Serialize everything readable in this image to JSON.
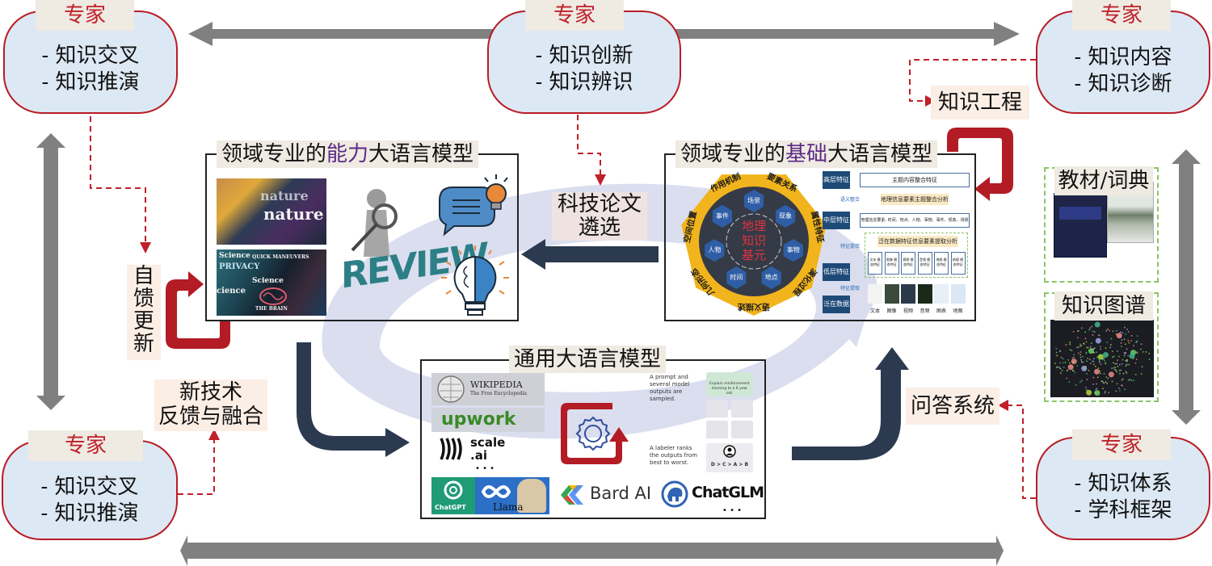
{
  "experts": {
    "top_left": {
      "tag": "专家",
      "items": [
        "- 知识交叉",
        "- 知识推演"
      ]
    },
    "top_center": {
      "tag": "专家",
      "items": [
        "- 知识创新",
        "- 知识辨识"
      ]
    },
    "top_right": {
      "tag": "专家",
      "items": [
        "- 知识内容",
        "- 知识诊断"
      ]
    },
    "bottom_left": {
      "tag": "专家",
      "items": [
        "- 知识交叉",
        "- 知识推演"
      ]
    },
    "bottom_right": {
      "tag": "专家",
      "items": [
        "- 知识体系",
        "- 学科框架"
      ]
    }
  },
  "labels": {
    "knowledge_engineering": "知识工程",
    "paper_selection_line1": "科技论文",
    "paper_selection_line2": "遴选",
    "self_feedback": [
      "自",
      "馈",
      "更",
      "新"
    ],
    "new_tech_line1": "新技术",
    "new_tech_line2": "反馈与融合",
    "qa_system": "问答系统",
    "textbooks": "教材/词典",
    "knowledge_graph": "知识图谱"
  },
  "panels": {
    "capability": {
      "title_prefix": "领域专业的",
      "title_highlight": "能力",
      "title_suffix": "大语言模型",
      "magazine_1": [
        "nature",
        "nature"
      ],
      "magazine_2": [
        "Science",
        "PRIVACY",
        "QUICK MANEUVERS",
        "Science",
        "cience",
        "THE BRAIN"
      ],
      "review_word": "REVIEW"
    },
    "foundation": {
      "title_prefix": "领域专业的",
      "title_highlight": "基础",
      "title_suffix": "大语言模型",
      "heptagon_outer": [
        "作用机制",
        "要素关系",
        "属性特征",
        "演化过程",
        "语义描述",
        "几何形态",
        "空间位置"
      ],
      "heptagon_inner": [
        "场景",
        "现象",
        "事物",
        "地点",
        "时间",
        "人物",
        "事件"
      ],
      "center_lines": [
        "地理",
        "知识",
        "基元"
      ],
      "flow_levels": [
        "高层特征",
        "中层特征",
        "低层特征",
        "泛在数据"
      ],
      "flow_top_box": "主题内容整合特征",
      "flow_note_1": "地理信息要素主题整合分析",
      "flow_mid_box": "地理信息要素: 时间、地点、人物、事物、事件、现象、场景",
      "flow_note_2": "泛在数据特征信息要素提取分析",
      "flow_modalities": [
        "文本\n模态特征",
        "图像\n模态特征",
        "视频\n模态特征",
        "音频\n模态特征",
        "地图\n模态特征",
        "地理\n模态特征"
      ],
      "flow_captions": [
        "文本",
        "图像",
        "视频",
        "音频",
        "图表",
        "地图"
      ],
      "flow_side_labels": [
        "语义整合",
        "特征提取",
        "特征提取"
      ]
    },
    "general": {
      "title": "通用大语言模型",
      "sources": [
        "WIKIPEDIA",
        "The Free Encyclopedia",
        "upwork",
        "scale",
        ".ai",
        "• • •"
      ],
      "models": [
        "ChatGPT",
        "Llama",
        "Bard AI",
        "ChatGLM",
        "• • •"
      ],
      "rlhf_step1": "A prompt and several model outputs are sampled.",
      "rlhf_step2": "A labeler ranks the outputs from best to worst.",
      "rlhf_prompt": "Explain reinforcement learning to a 6 year old.",
      "rlhf_ranking": "D > C > A > B"
    }
  },
  "colors": {
    "expert_fill": "#dce8f4",
    "expert_border": "#b81c25",
    "expert_tag_text": "#c0202a",
    "highlight": "#5b2a86",
    "gray_arrow": "#808080",
    "navy_arrow": "#2c3a4f",
    "red_loop": "#b31b25",
    "swirl": "#d4d8ec"
  }
}
